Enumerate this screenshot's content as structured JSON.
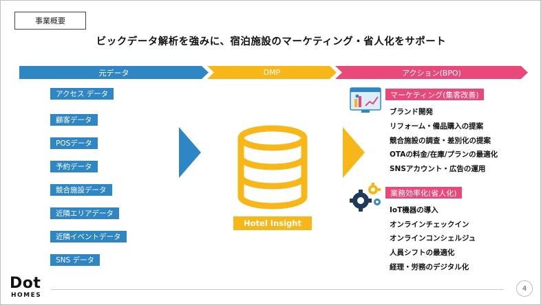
{
  "header": {
    "tag": "事業概要",
    "title": "ビックデータ解析を強みに、宿泊施設のマーケティング・省人化をサポート"
  },
  "stages": [
    "元データ",
    "DMP",
    "アクション(BPO)"
  ],
  "sources": [
    "アクセス データ",
    "顧客データ",
    "POSデータ",
    "予約データ",
    "競合施設データ",
    "近隣エリアデータ",
    "近隣イベントデータ",
    "SNS データ"
  ],
  "dmp": {
    "label": "Hotel Insight"
  },
  "actions": {
    "marketing": {
      "title": "マーケティング(集客改善)",
      "items": [
        "ブランド開発",
        "リフォーム・備品購入の提案",
        "競合施設の調査・差別化の提案",
        "OTAの料金/在庫/プランの最適化",
        "SNSアカウント・広告の運用"
      ]
    },
    "efficiency": {
      "title": "業務効率化(省人化)",
      "items": [
        "IoT機器の導入",
        "オンラインチェックイン",
        "オンラインコンシェルジュ",
        "人員シフトの最適化",
        "経理・労務のデジタル化"
      ]
    }
  },
  "footer": {
    "logo_top": "Dot",
    "logo_bottom": "HOMES",
    "page": "4"
  },
  "colors": {
    "blue": "#2f86c4",
    "yellow": "#f7b719",
    "pink": "#e8497a"
  }
}
